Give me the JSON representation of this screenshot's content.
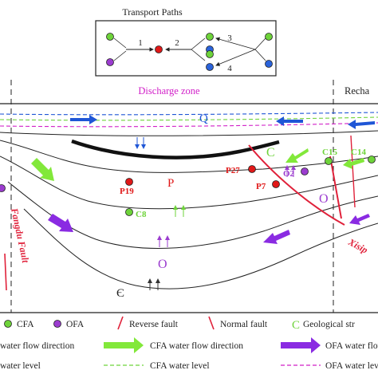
{
  "inset": {
    "title": "Transport Paths",
    "labels": [
      "1",
      "2",
      "3",
      "4"
    ]
  },
  "zones": {
    "discharge": "Discharge zone",
    "recharge": "Recha"
  },
  "strata": {
    "quaternary": "Q",
    "permian": "P",
    "carboniferous": "C",
    "ordovician": "O",
    "ordovician_east": "O",
    "cambrian": "Є"
  },
  "wells": {
    "p19": "P19",
    "c8": "C8",
    "p27": "P27",
    "p7": "P7",
    "o2": "O2",
    "c15": "C15",
    "c14": "C14"
  },
  "faults": {
    "west": "Fangdu Fault",
    "east": "Xisip"
  },
  "legend": {
    "cfa": "CFA",
    "ofa": "OFA",
    "reverse_fault": "Reverse fault",
    "normal_fault": "Normal fault",
    "geo_strata": "Geological str",
    "water_flow": "water flow direction",
    "cfa_flow": "CFA water flow direction",
    "ofa_flow": "OFA water flow",
    "water_level": "water level",
    "cfa_level": "CFA water level",
    "ofa_level": "OFA water level",
    "geo_symbol": "C"
  },
  "colors": {
    "cfa_green": "#6ed33a",
    "ofa_purple": "#9b3ccf",
    "well_red": "#e01818",
    "q_blue": "#1f56d6",
    "fault_red": "#e0213a",
    "discharge_pink": "#d11fc8",
    "cfa_arrow": "#82e83a",
    "ofa_arrow": "#8a2be2"
  }
}
